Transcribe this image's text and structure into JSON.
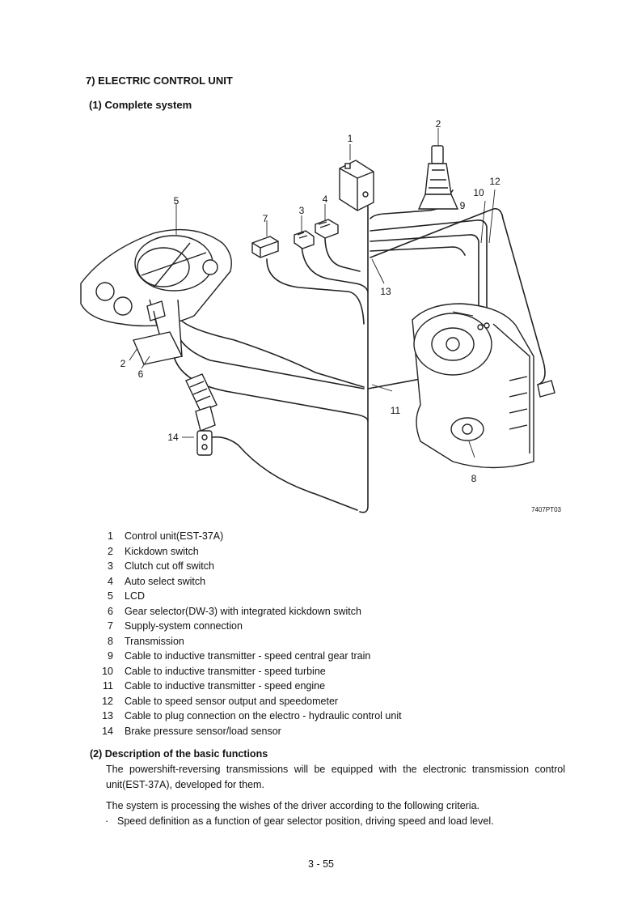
{
  "heading": "7) ELECTRIC CONTROL UNIT",
  "subheading": "(1) Complete system",
  "figure": {
    "callouts": [
      "1",
      "2",
      "3",
      "4",
      "5",
      "6",
      "7",
      "8",
      "9",
      "10",
      "11",
      "12",
      "13",
      "14",
      "2",
      "6"
    ],
    "figure_id": "7407PT03"
  },
  "legend": [
    {
      "num": "1",
      "text": "Control unit(EST-37A)"
    },
    {
      "num": "2",
      "text": "Kickdown switch"
    },
    {
      "num": "3",
      "text": "Clutch cut off switch"
    },
    {
      "num": "4",
      "text": "Auto select switch"
    },
    {
      "num": "5",
      "text": "LCD"
    },
    {
      "num": "6",
      "text": "Gear selector(DW-3) with integrated kickdown switch"
    },
    {
      "num": "7",
      "text": "Supply-system connection"
    },
    {
      "num": "8",
      "text": "Transmission"
    },
    {
      "num": "9",
      "text": "Cable to inductive transmitter - speed central gear train"
    },
    {
      "num": "10",
      "text": "Cable to inductive transmitter - speed turbine"
    },
    {
      "num": "11",
      "text": "Cable to inductive transmitter - speed engine"
    },
    {
      "num": "12",
      "text": "Cable to speed sensor output and speedometer"
    },
    {
      "num": "13",
      "text": "Cable to plug connection on the electro - hydraulic control unit"
    },
    {
      "num": "14",
      "text": "Brake pressure sensor/load sensor"
    }
  ],
  "section2": {
    "title": "(2) Description of the basic functions",
    "para1": "The powershift-reversing transmissions will be equipped with the electronic transmission control unit(EST-37A), developed for them.",
    "para2": "The system is processing the wishes of the driver according to the following criteria.",
    "bullet_mark": "·",
    "bullet1": "Speed definition as a function of gear selector position, driving speed and load level."
  },
  "page_number": "3 - 55"
}
